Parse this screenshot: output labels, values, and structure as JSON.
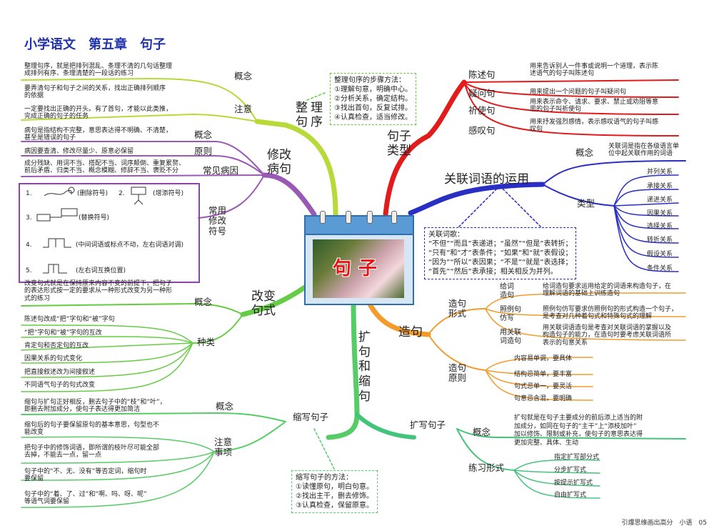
{
  "title": "小学语文　第五章　句子",
  "center": "句子",
  "footer": "引爆思维画出高分　小语　05",
  "colors": {
    "zhengli": "#b8d93a",
    "xiugai": "#9b59b6",
    "gaibian": "#66cc44",
    "suoxie": "#55cc66",
    "juzi_leixing": "#e21b1b",
    "guanlian": "#2a2fc4",
    "zaoju": "#f39c2b",
    "kuoxie": "#44c47a"
  },
  "zhengli": {
    "label": "整理\n句序",
    "gainian_label": "概念",
    "gainian": "整理句序，就是把排列混乱、条理不清的几句话整理\n成排列有序、条理清楚的一段话的练习",
    "zhuyi_label": "注意",
    "zhuyi_1": "要弄清句子和句子之间的关系，找出正确排列顺序\n的依据",
    "zhuyi_2": "一定要找出正确的开头。有了首句，才能以此类推，\n完成正确的句子的任务",
    "steps": "整理句序的步骤方法：\n①理解句意，明确中心。\n②分析关系，确定结构。\n③找出首句，反复试排。\n④认真检查，适当修改。"
  },
  "xiugai": {
    "label": "修改\n病句",
    "gainian_label": "概念",
    "gainian": "病句是指结构不完整，意思表达得不明确、不清楚，\n甚至是错误的句子",
    "yuanze_label": "原则",
    "yuanze": "病因要查清、修改尽量少、原意必保留",
    "changjian_label": "常见病因",
    "changjian": "成分残缺、用词不当、搭配不当、词序颠倒、重复累赘、\n前后矛盾、归类不当、概念模糊、修辞不当、褒贬不分",
    "fuhao_label": "常用\n修改\n符号",
    "fuhao": [
      "(删除符号)",
      "(增添符号)",
      "(替换符号)",
      "(中间词语或标点不动，左右词语对调)",
      "(左右词互换位置)"
    ],
    "fuhao_nums": [
      "1.",
      "2.",
      "3.",
      "4.",
      "5."
    ]
  },
  "gaibian": {
    "label": "改变\n句式",
    "gainian_label": "概念",
    "gainian": "改变句式就是在保持原来内容不变的前提下，把句子\n的表达形式按一定的要求从一种形式改变为另一种形\n式的练习",
    "zhonglei_label": "种类",
    "zhonglei": [
      "陈述句改成“把”字句和“被”字句",
      "“把”字句和“被”字句的互改",
      "肯定句和否定句的互改",
      "因果关系的句式变化",
      "把直接叙述改为间接叙述",
      "不同语气句子的句式改变"
    ]
  },
  "suoxie": {
    "label": "缩写句子",
    "gainian_label": "概念",
    "gainian": "缩句与扩句正好相反，删去句子中的“枝”和“叶”，\n即删去附加成分，使句子表达得更加简洁",
    "zhuyi_label": "注意\n事项",
    "zhuyi": [
      "缩句后的句子要保留原句的基本意思，句型也不\n能改变",
      "把句子中的修饰词语，即所谓的枝叶尽可能全部\n去掉，不能去一点，留一点",
      "句子中的“不、无、没有”等否定词，缩句时\n要保留",
      "句子中的“着、了、过”和“啊、吗、呀、呢”\n等语气词要保留"
    ],
    "method": "缩写句子的方法：\n①读懂原句，明白句意。\n②找出主干，删去修饰。\n③认真检查，保留原意。"
  },
  "kuo_suo_label": "扩\n句\n和\n缩\n句",
  "juzi_leixing": {
    "label": "句子\n类型",
    "items": [
      {
        "name": "陈述句",
        "desc": "用来告诉别人一件事或说明一个道理，表示陈\n述语气的句子叫陈述句"
      },
      {
        "name": "疑问句",
        "desc": "用来提出一个问题的句子叫疑问句"
      },
      {
        "name": "祈使句",
        "desc": "用来表示命令、请求、要求、禁止或劝阻等意\n思的句子叫祈使句"
      },
      {
        "name": "感叹句",
        "desc": "用来抒发强烈感情，表示感叹语气的句子叫感\n叹句"
      }
    ]
  },
  "guanlian": {
    "label": "关联词语的运用",
    "gainian_label": "概念",
    "gainian": "关联词是指在各级语言单\n位中起关联作用的词语",
    "leixing_label": "类型",
    "leixing": [
      "并列关系",
      "承接关系",
      "递进关系",
      "因果关系",
      "选择关系",
      "转折关系",
      "假设关系",
      "条件关系"
    ],
    "ge": "关联词歌：\n“不但”“而且”表递进；“虽然”“但是”表转折；\n“只有”和“才”表条件；“如果”和“就”表假设；\n“因为”“所以”表因果；“不是”“就是”表选择；\n“首先”“然后”表承接；相关相反为并列。"
  },
  "zaoju": {
    "label": "造句",
    "xingshi_label": "造句\n形式",
    "xingshi": [
      {
        "name": "给词\n造句",
        "desc": "给词造句要求运用给定的词语来构造句子，在\n理解词语的基础上训练造句"
      },
      {
        "name": "照例句\n仿写",
        "desc": "照例句仿写要求仿照例句的形式构造一个句子，\n是考查对几种着句式和特殊句式的理解"
      },
      {
        "name": "用关联\n词造句",
        "desc": "用关联词语造句是考查对关联词语的掌握以及\n构造句子的能力，在造句时要考虑关联词语所\n表示的句意关系"
      }
    ],
    "yuanze_label": "造句\n原则",
    "yuanze": [
      "内容易单调，要具体",
      "结构忌简单，要丰富",
      "句式忌单一，要灵活",
      "句意忌含混，要明确"
    ]
  },
  "kuoxie": {
    "label": "扩写句子",
    "gainian_label": "概念",
    "gainian": "扩句就是在句子主要成分的前后添上适当的附\n加成分，如同在句子的“主干”上“添枝加叶”\n加以修饰、限制或补充，使句子的意思表达得\n更加完整、具体、生动",
    "lianxi_label": "练习形式",
    "lianxi": [
      "指定扩写部分式",
      "分步扩写式",
      "按提示扩写式",
      "自由扩写式"
    ]
  }
}
